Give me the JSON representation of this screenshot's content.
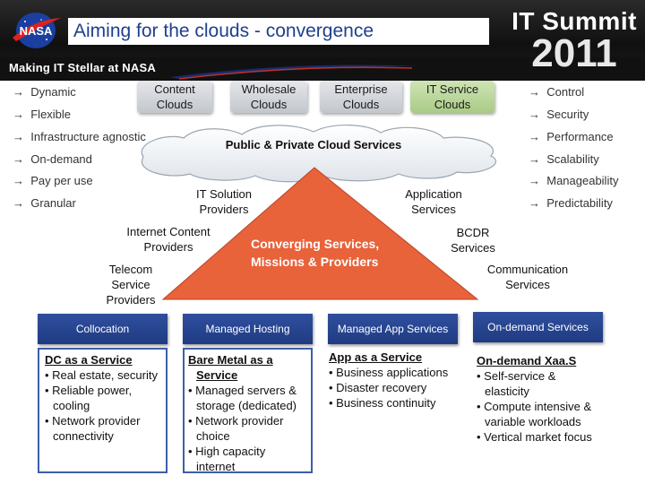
{
  "header": {
    "title": "Aiming for the clouds - convergence",
    "logo_text": "NASA",
    "tagline": "Making IT Stellar at NASA",
    "summit_word": "IT Summit",
    "summit_year": "2011"
  },
  "left_list": [
    "Dynamic",
    "Flexible",
    "Infrastructure agnostic",
    "On-demand",
    "Pay per use",
    "Granular"
  ],
  "right_list": [
    "Control",
    "Security",
    "Performance",
    "Scalability",
    "Manageability",
    "Predictability"
  ],
  "arrow": "→",
  "cloud_tags": [
    {
      "label": "Content Clouds",
      "style": "gray"
    },
    {
      "label": "Wholesale Clouds",
      "style": "gray"
    },
    {
      "label": "Enterprise Clouds",
      "style": "gray"
    },
    {
      "label": "IT Service Clouds",
      "style": "green"
    }
  ],
  "cloud_label": "Public & Private Cloud Services",
  "triangle": {
    "left_label": "IT Solution Providers",
    "right_label": "Application Services",
    "center_line1": "Converging Services,",
    "center_line2": "Missions & Providers"
  },
  "side_labels": {
    "internet": "Internet Content Providers",
    "telecom": "Telecom Service Providers",
    "bcdr": "BCDR Services",
    "communication": "Communication Services"
  },
  "bottom_columns": [
    {
      "header": "Collocation",
      "title": "DC as a Service",
      "bullets": [
        "Real estate, security",
        "Reliable power, cooling",
        "Network provider connectivity"
      ]
    },
    {
      "header": "Managed Hosting",
      "title": "Bare Metal as a Service",
      "bullets": [
        "Managed servers & storage (dedicated)",
        "Network provider choice",
        "High capacity internet"
      ]
    },
    {
      "header": "Managed App Services",
      "title": "App as a Service",
      "bullets": [
        "Business applications",
        "Disaster recovery",
        "Business continuity"
      ]
    },
    {
      "header": "On-demand Services",
      "title": "On-demand Xaa.S",
      "bullets": [
        "Self-service & elasticity",
        "Compute intensive & variable workloads",
        "Vertical market focus"
      ]
    }
  ],
  "colors": {
    "title_blue": "#1f3f8f",
    "header_blue": "#2a4a9b",
    "triangle_orange": "#e8623a",
    "tag_green": "#b9d69a"
  }
}
